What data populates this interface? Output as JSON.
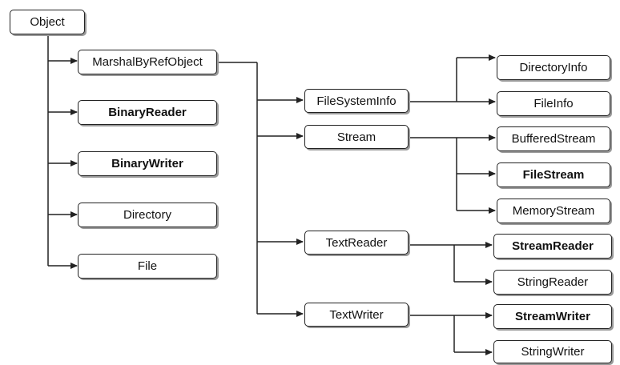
{
  "diagram": {
    "nodes": {
      "object": "Object",
      "marshal_by_ref_object": "MarshalByRefObject",
      "binary_reader": "BinaryReader",
      "binary_writer": "BinaryWriter",
      "directory": "Directory",
      "file": "File",
      "file_system_info": "FileSystemInfo",
      "stream": "Stream",
      "text_reader": "TextReader",
      "text_writer": "TextWriter",
      "directory_info": "DirectoryInfo",
      "file_info": "FileInfo",
      "buffered_stream": "BufferedStream",
      "file_stream": "FileStream",
      "memory_stream": "MemoryStream",
      "stream_reader": "StreamReader",
      "string_reader": "StringReader",
      "stream_writer": "StreamWriter",
      "string_writer": "StringWriter"
    },
    "emphasized": [
      "BinaryReader",
      "BinaryWriter",
      "FileStream",
      "StreamReader",
      "StreamWriter"
    ]
  }
}
